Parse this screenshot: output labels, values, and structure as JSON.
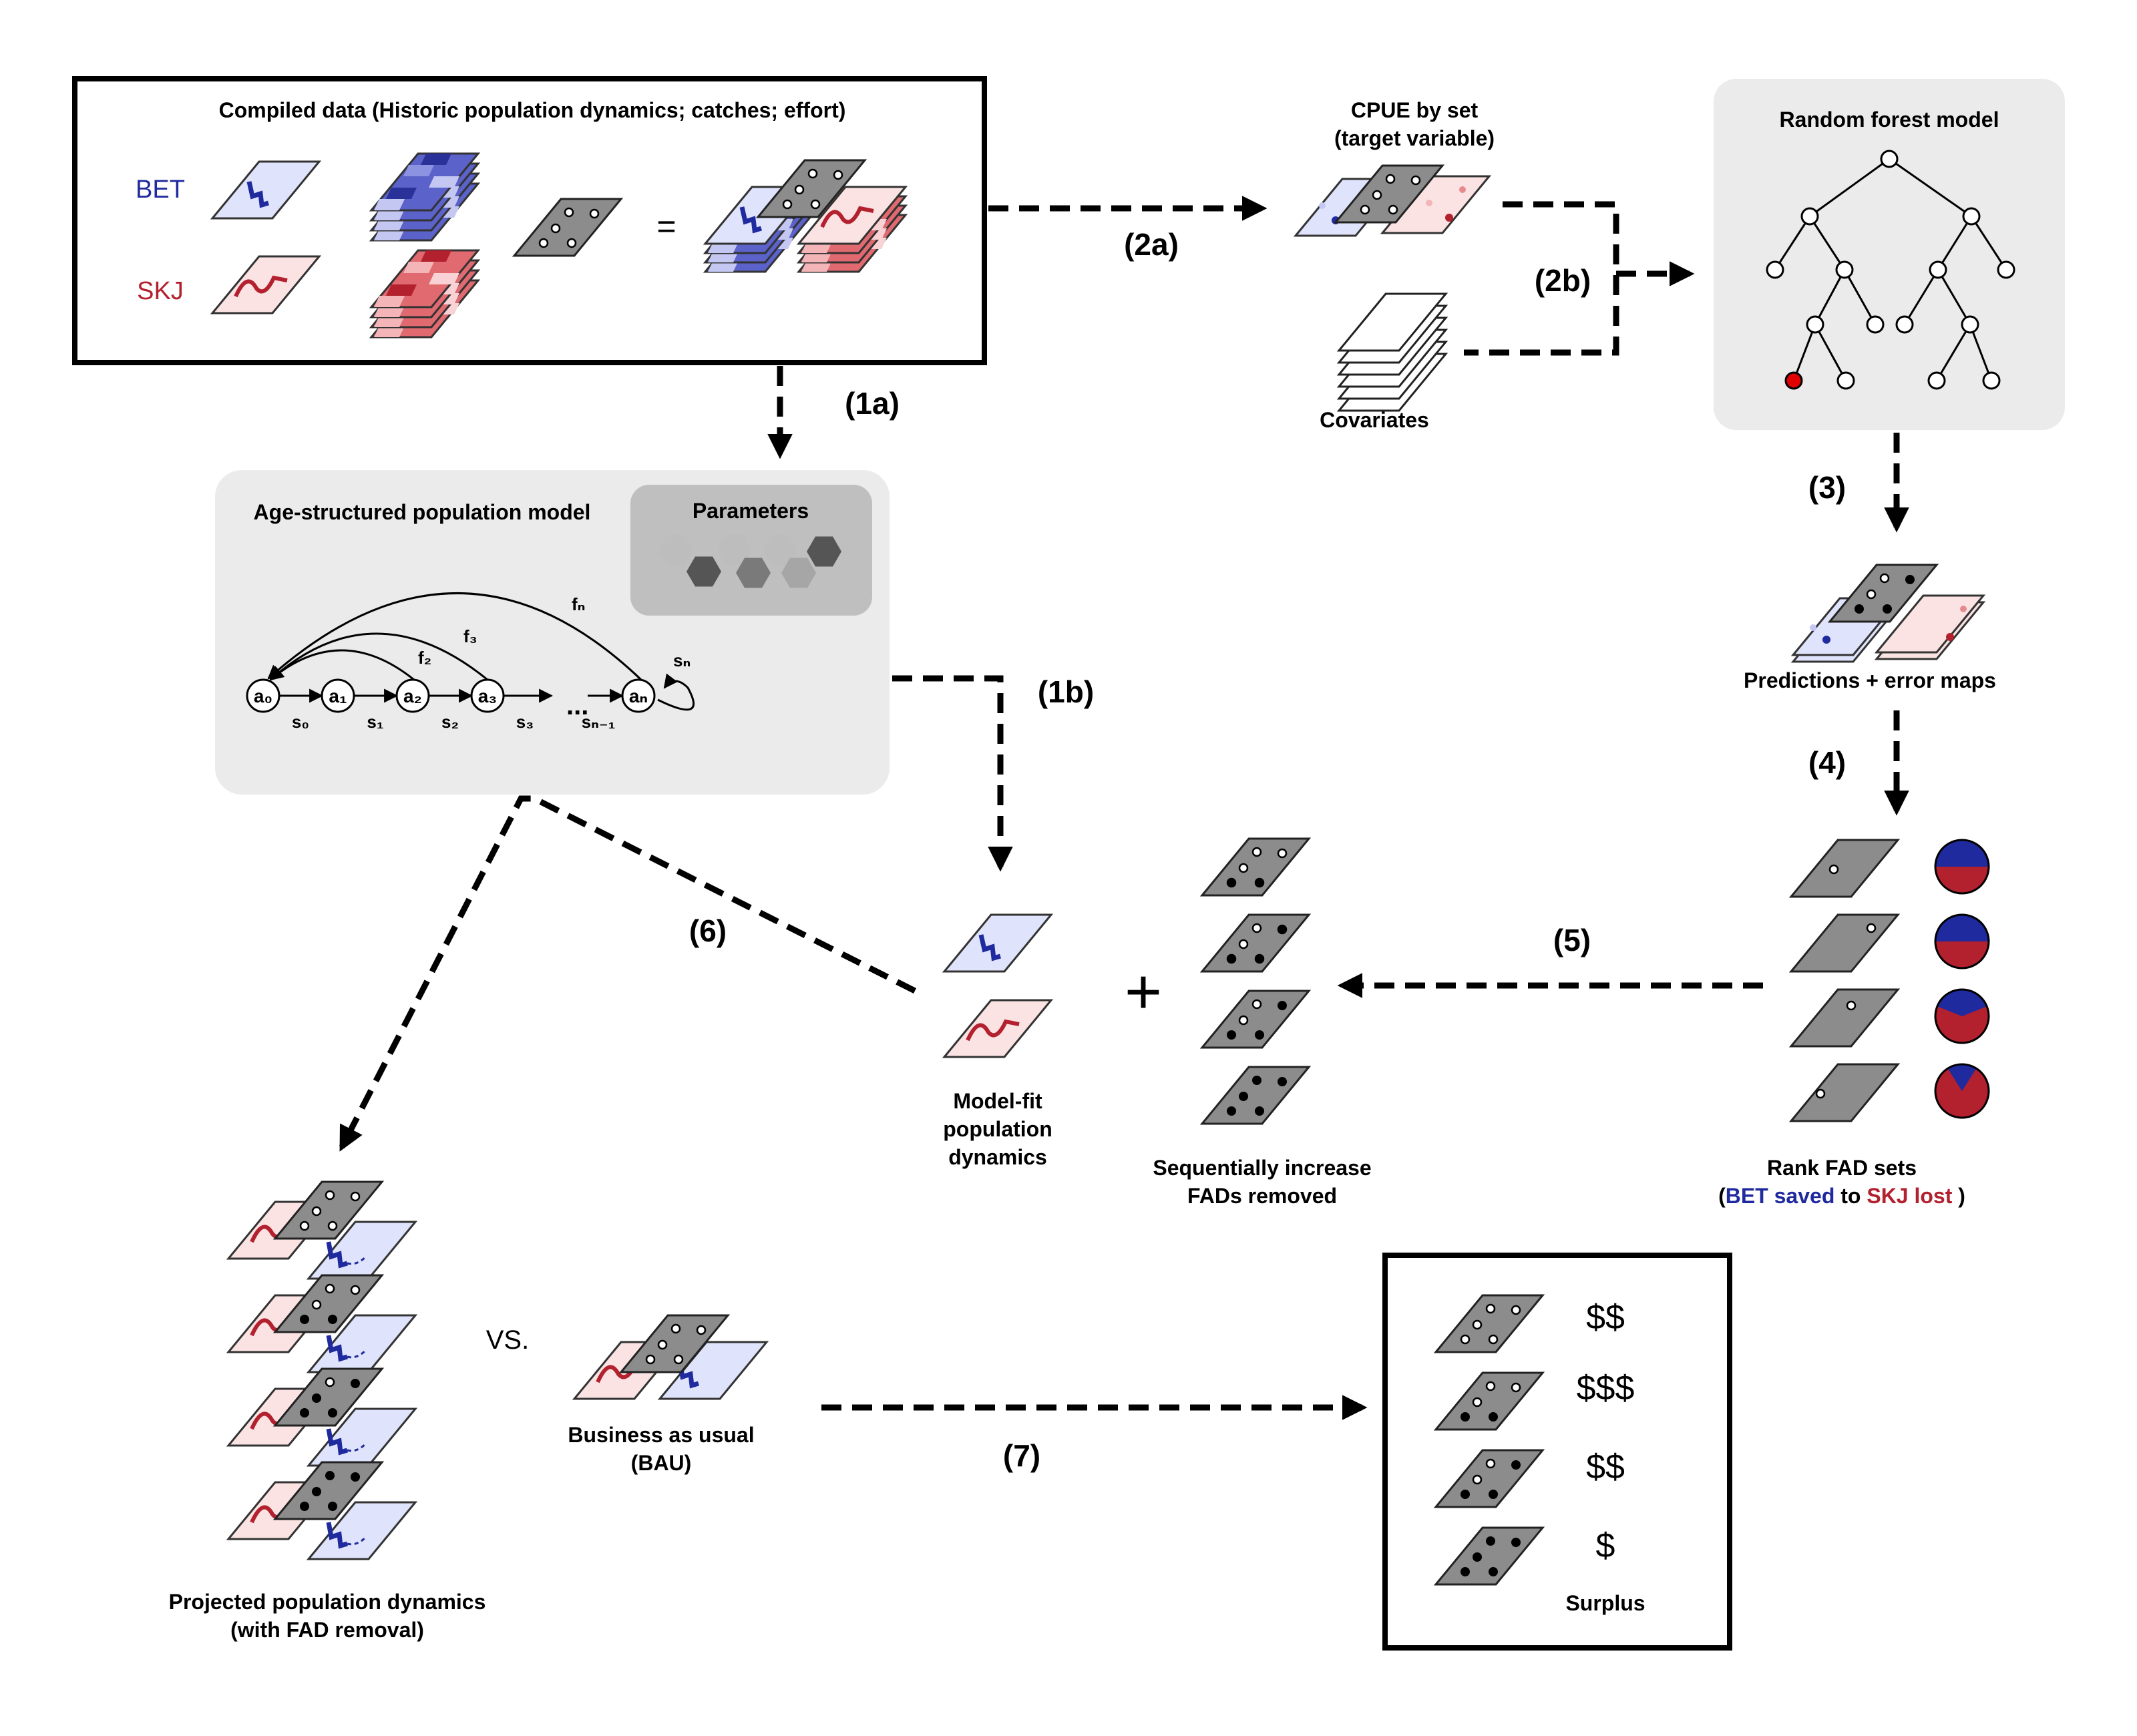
{
  "compiled": {
    "title": "Compiled data (Historic population dynamics; catches; effort)",
    "bet": "BET",
    "skj": "SKJ",
    "equals": "="
  },
  "cpue": {
    "line1": "CPUE by set",
    "line2": "(target variable)"
  },
  "covariates": "Covariates",
  "random_forest": "Random forest model",
  "population_model": {
    "title": "Age-structured population model",
    "parameters": "Parameters",
    "nodes": [
      "a₀",
      "a₁",
      "a₂",
      "a₃",
      "aₙ"
    ],
    "survival": [
      "s₀",
      "s₁",
      "s₂",
      "s₃",
      "sₙ₋₁",
      "sₙ"
    ],
    "fecundity": [
      "f₂",
      "f₃",
      "fₙ"
    ],
    "ellipsis": "..."
  },
  "predictions": "Predictions + error maps",
  "rank": {
    "line1": "Rank FAD sets",
    "open": "(",
    "bet_saved": "BET saved",
    "to": "to",
    "skj_lost": "SKJ lost",
    "close": ")"
  },
  "model_fit": {
    "line1": "Model-fit",
    "line2": "population",
    "line3": "dynamics"
  },
  "plus": "+",
  "sequential": {
    "line1": "Sequentially increase",
    "line2": "FADs removed"
  },
  "projected": {
    "line1": "Projected population dynamics",
    "line2": "(with FAD removal)"
  },
  "vs": "VS.",
  "bau": {
    "line1": "Business as usual",
    "line2": "(BAU)"
  },
  "surplus": {
    "label": "Surplus",
    "values": [
      "$$",
      "$$$",
      "$$",
      "$"
    ]
  },
  "steps": {
    "s1a": "(1a)",
    "s1b": "(1b)",
    "s2a": "(2a)",
    "s2b": "(2b)",
    "s3": "(3)",
    "s4": "(4)",
    "s5": "(5)",
    "s6": "(6)",
    "s7": "(7)"
  },
  "colors": {
    "bet": "#1f2a9e",
    "skj": "#b3202e",
    "bet_fill": "#dfe3fb",
    "skj_fill": "#fbe3e3",
    "fad_sheet": "#8c8c8c",
    "panel": "#ebebeb",
    "param_panel": "#bfbfbf"
  },
  "pies": [
    {
      "bet_fraction": 0.5
    },
    {
      "bet_fraction": 0.5
    },
    {
      "bet_fraction": 0.38
    },
    {
      "bet_fraction": 0.18
    }
  ]
}
